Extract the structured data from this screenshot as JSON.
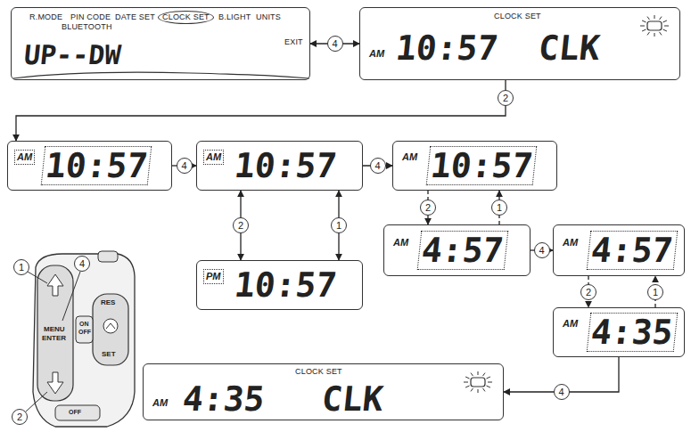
{
  "diagram": {
    "nodes": [
      {
        "text": [
          "R.MODE",
          "PIN CODE",
          "DATE SET",
          "CLOCK SET",
          "B.LIGHT",
          "UNITS",
          "BLUETOOTH",
          "EXIT",
          "UP--DW"
        ]
      },
      {
        "text": [
          "CLOCK SET",
          "AM",
          "10:57",
          "CLK"
        ]
      },
      {
        "text": [
          "AM",
          "10:57"
        ]
      },
      {
        "text": [
          "AM",
          "10:57"
        ]
      },
      {
        "text": [
          "PM",
          "10:57"
        ]
      },
      {
        "text": [
          "AM",
          "10:57"
        ]
      },
      {
        "text": [
          "AM",
          "4:57"
        ]
      },
      {
        "text": [
          "AM",
          "4:57"
        ]
      },
      {
        "text": [
          "AM",
          "4:35"
        ]
      },
      {
        "text": [
          "CLOCK SET",
          "AM",
          "4:35",
          "CLK"
        ]
      }
    ],
    "edges": [
      {
        "from": 0,
        "to": 1,
        "arrow": "both",
        "label": "4"
      },
      {
        "from": 1,
        "to": 2,
        "arrow": "to",
        "label": "2"
      },
      {
        "from": 2,
        "to": 3,
        "arrow": "to",
        "label": "4"
      },
      {
        "from": 3,
        "to": 4,
        "arrow": "both",
        "label": "2"
      },
      {
        "from": 3,
        "to": 4,
        "arrow": "both",
        "label": "1"
      },
      {
        "from": 3,
        "to": 5,
        "arrow": "to",
        "label": "4"
      },
      {
        "from": 5,
        "to": 6,
        "arrow": "to",
        "label": "2"
      },
      {
        "from": 6,
        "to": 5,
        "arrow": "to",
        "label": "1"
      },
      {
        "from": 6,
        "to": 7,
        "arrow": "to",
        "label": "4"
      },
      {
        "from": 7,
        "to": 8,
        "arrow": "to",
        "label": "2"
      },
      {
        "from": 8,
        "to": 7,
        "arrow": "to",
        "label": "1"
      },
      {
        "from": 8,
        "to": 9,
        "arrow": "to",
        "label": "4"
      }
    ],
    "labels": [
      "1",
      "4",
      "2",
      "MENU",
      "ENTER",
      "RES",
      "ON",
      "OFF",
      "SET",
      "OFF"
    ]
  }
}
